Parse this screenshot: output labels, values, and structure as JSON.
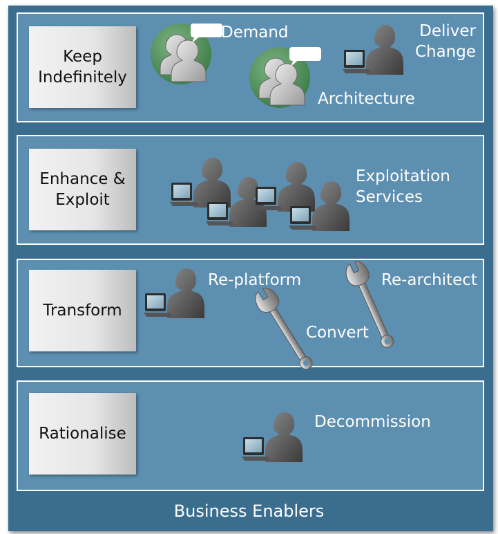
{
  "stages": [
    {
      "label": "Keep\nIndefinitely",
      "items": [
        "Demand",
        "Deliver\nChange",
        "Architecture"
      ]
    },
    {
      "label": "Enhance &\nExploit",
      "items": [
        "Exploitation\nServices"
      ]
    },
    {
      "label": "Transform",
      "items": [
        "Re-platform",
        "Re-architect",
        "Convert"
      ]
    },
    {
      "label": "Rationalise",
      "items": [
        "Decommission"
      ]
    }
  ],
  "footer": "Business Enablers",
  "icons": [
    "discussion-icon",
    "laptop-user-icon",
    "wrench-icon"
  ],
  "colors": {
    "frame": "#3b6d8f",
    "band": "#5d8fb0",
    "discussion_circle": "#4e8a58"
  }
}
